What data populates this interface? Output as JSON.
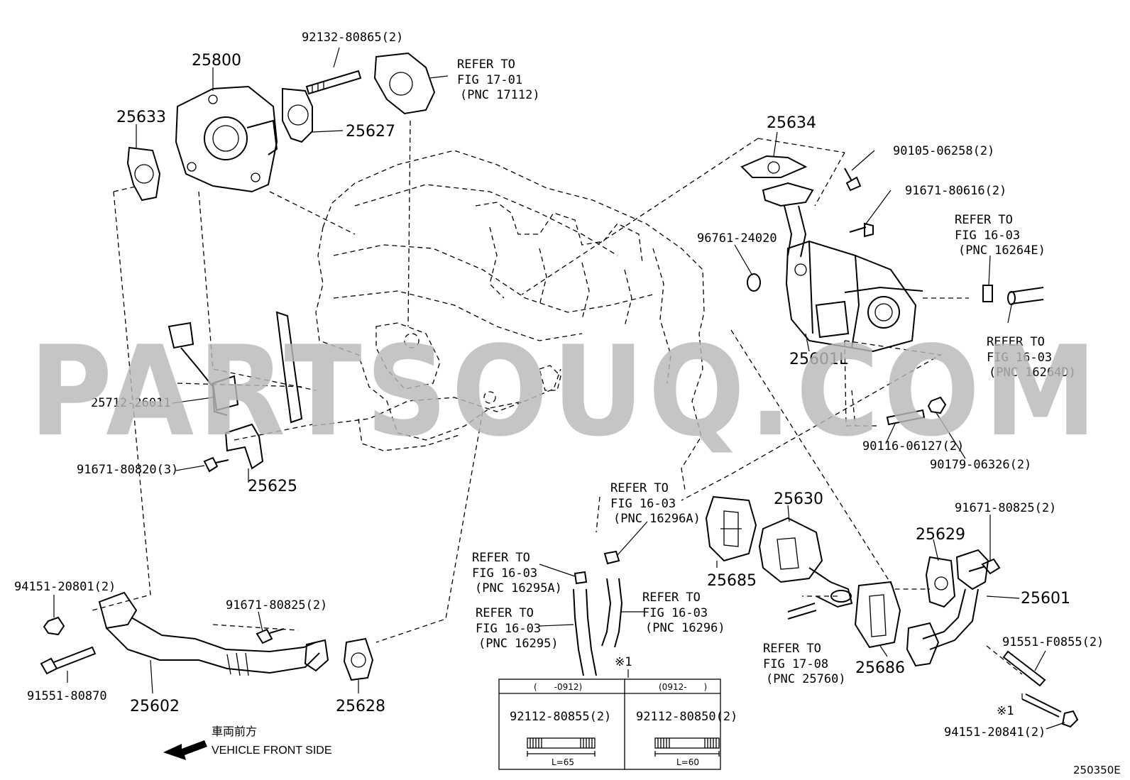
{
  "watermark": "PARTSOUQ.COM",
  "diagram_code": "250350E",
  "labels": {
    "p92132": "92132-80865(2)",
    "p25800": "25800",
    "refer_17_01": [
      "REFER TO",
      "FIG 17-01",
      "(PNC 17112)"
    ],
    "p25633": "25633",
    "p25627": "25627",
    "p25634": "25634",
    "p90105": "90105-06258(2)",
    "p91671_80616": "91671-80616(2)",
    "p96761": "96761-24020",
    "refer_16264E": [
      "REFER TO",
      "FIG 16-03",
      "(PNC 16264E)"
    ],
    "refer_16264D": [
      "REFER TO",
      "FIG 16-03",
      "(PNC 16264D)"
    ],
    "p25601L": "25601L",
    "p25712": "25712-26011",
    "p91671_80820": "91671-80820(3)",
    "p25625": "25625",
    "p90116": "90116-06127(2)",
    "p90179": "90179-06326(2)",
    "refer_16296A": [
      "REFER TO",
      "FIG 16-03",
      "(PNC 16296A)"
    ],
    "p25630": "25630",
    "p91671_80825_right": "91671-80825(2)",
    "p25629": "25629",
    "refer_16295A": [
      "REFER TO",
      "FIG 16-03",
      "(PNC 16295A)"
    ],
    "p25685": "25685",
    "p25601": "25601",
    "p94151_20801": "94151-20801(2)",
    "p91671_80825_left": "91671-80825(2)",
    "refer_16295": [
      "REFER TO",
      "FIG 16-03",
      "(PNC 16295)"
    ],
    "refer_16296": [
      "REFER TO",
      "FIG 16-03",
      "(PNC 16296)"
    ],
    "p91551_F0855": "91551-F0855(2)",
    "refer_25760": [
      "REFER TO",
      "FIG 17-08",
      "(PNC 25760)"
    ],
    "p25686": "25686",
    "p91551_80870": "91551-80870",
    "p25602": "25602",
    "p25628": "25628",
    "note_mark": "※1",
    "note_mark_side": "※1",
    "p94151_20841": "94151-20841(2)"
  },
  "table": {
    "col1_header": "(　　-0912)",
    "col2_header": "(0912-　　)",
    "col1_part": "92112-80855(2)",
    "col2_part": "92112-80850(2)",
    "col1_length": "L=65",
    "col2_length": "L=60"
  },
  "front": {
    "jp": "車両前方",
    "en": "VEHICLE FRONT SIDE"
  }
}
